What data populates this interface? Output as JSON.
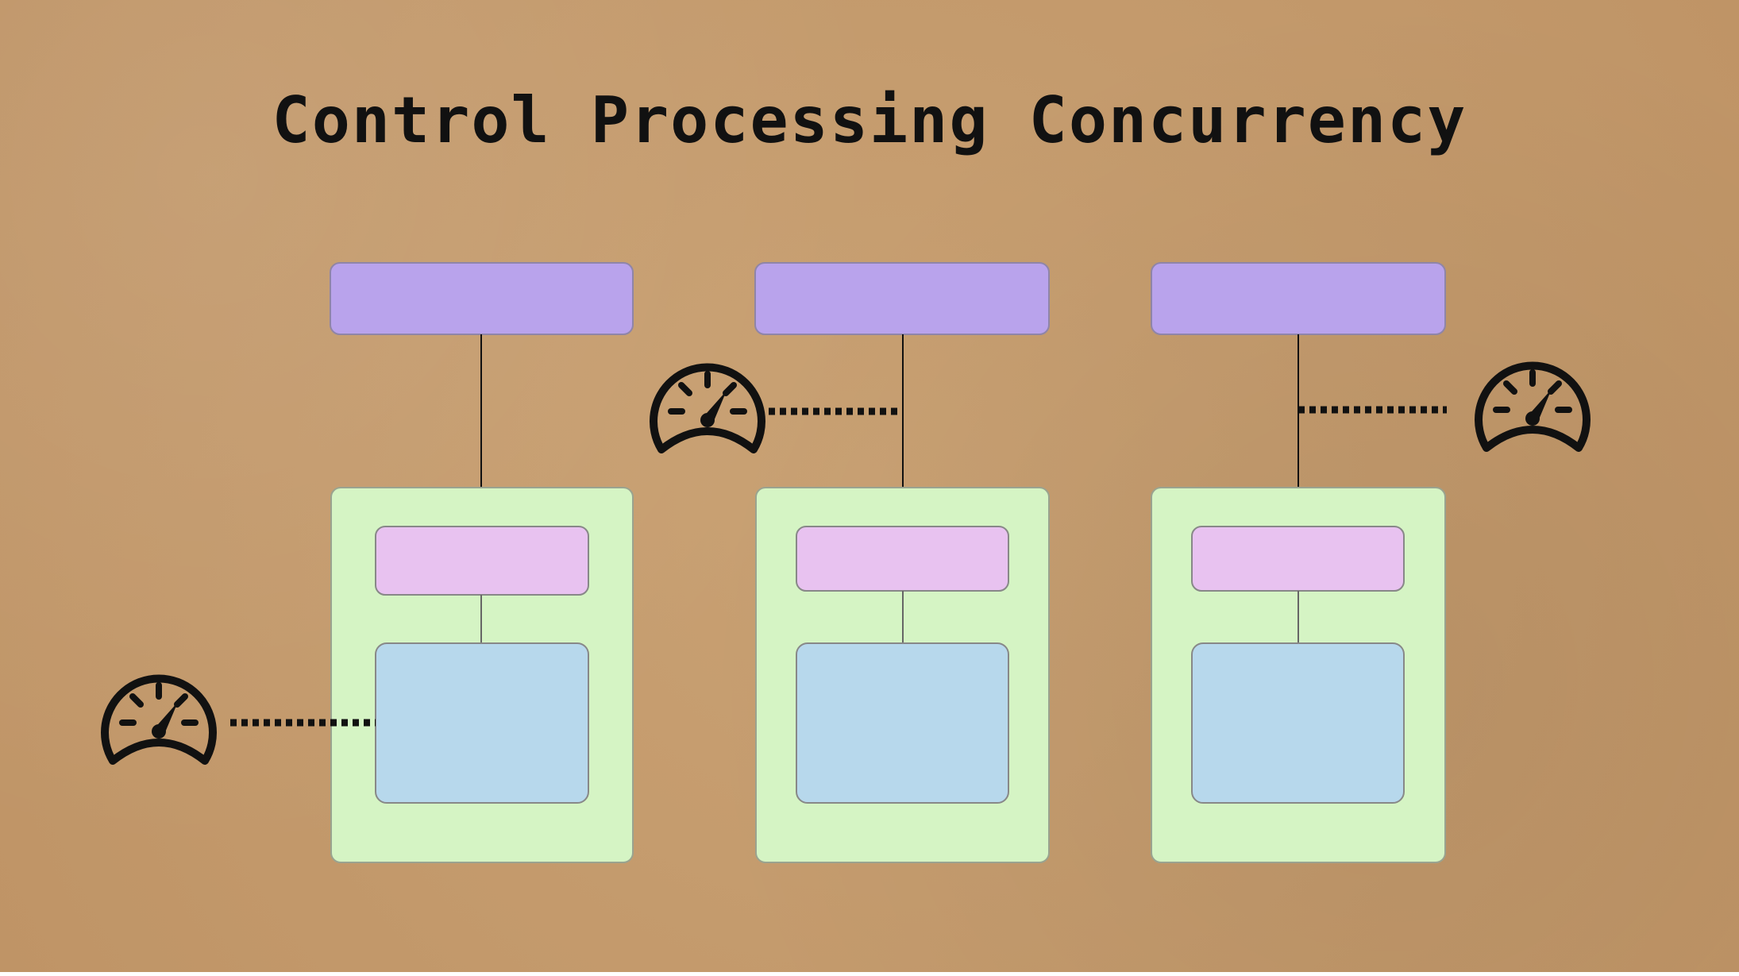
{
  "title": "Control Processing Concurrency",
  "colors": {
    "background": "#c49a6c",
    "queue": "#b9a3ec",
    "container": "#d5f4c4",
    "inner_top": "#e8c2f0",
    "inner_bottom": "#b7d8ec",
    "line": "#111111"
  },
  "groups": [
    {
      "gauge_icon": "speedometer-icon",
      "gauge_attached_to": "inner-processing-box",
      "gauge_side": "left"
    },
    {
      "gauge_icon": "speedometer-icon",
      "gauge_attached_to": "queue-connector",
      "gauge_side": "left"
    },
    {
      "gauge_icon": "speedometer-icon",
      "gauge_attached_to": "queue-connector",
      "gauge_side": "right"
    }
  ]
}
